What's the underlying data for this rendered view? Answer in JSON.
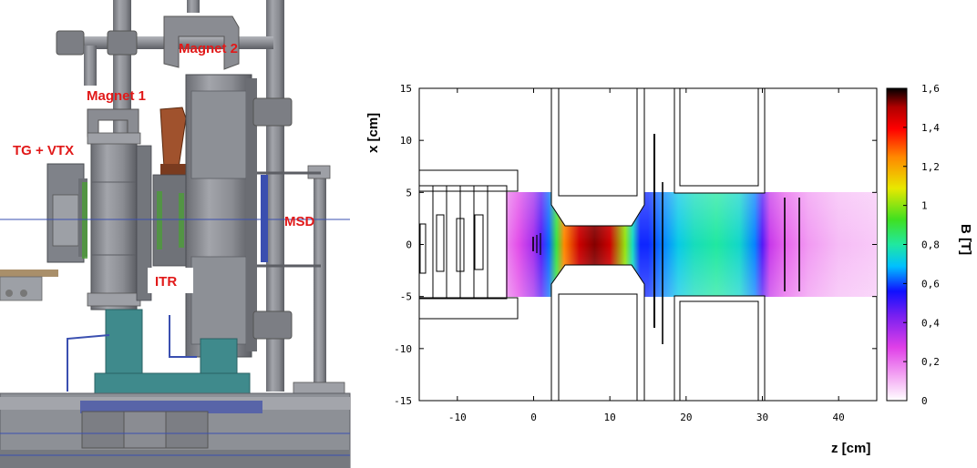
{
  "cad": {
    "labels": {
      "magnet1": "Magnet 1",
      "magnet2": "Magnet 2",
      "tg_vtx": "TG + VTX",
      "itr": "ITR",
      "msd": "MSD"
    },
    "colors": {
      "label": "#e11919",
      "steel": "#8a8c92",
      "steel_dark": "#5c5e64",
      "teal": "#3f8a8c",
      "copper": "#a0522d",
      "beamline": "#3a4fb0",
      "detector_green": "#4f9a3c"
    }
  },
  "chart_data": {
    "type": "heatmap",
    "xlabel": "z [cm]",
    "ylabel": "x [cm]",
    "colorbar_label": "B [T]",
    "xlim": [
      -15,
      45
    ],
    "ylim": [
      -15,
      15
    ],
    "x_ticks": [
      -10,
      0,
      10,
      20,
      30,
      40
    ],
    "y_ticks": [
      -15,
      -10,
      -5,
      0,
      5,
      10,
      15
    ],
    "colorbar_range": [
      0,
      1.6
    ],
    "colorbar_ticks": [
      "0",
      "0,2",
      "0,4",
      "0,6",
      "0,8",
      "1",
      "1,2",
      "1,4",
      "1,6"
    ],
    "colormap": [
      "#ffffff",
      "#f3a6f3",
      "#e040e8",
      "#7a20f0",
      "#1010ff",
      "#00c0ff",
      "#20e8a0",
      "#40e020",
      "#e8e800",
      "#ff8800",
      "#ff0000",
      "#b00000",
      "#000000"
    ],
    "field_profile_z": [
      -4,
      -2,
      0,
      1,
      2,
      3,
      4,
      6,
      8,
      10,
      12,
      13,
      14,
      15,
      17,
      19,
      21,
      24,
      27,
      29,
      30,
      31,
      33,
      36,
      40,
      45
    ],
    "field_profile_B": [
      0.18,
      0.25,
      0.35,
      0.45,
      0.6,
      0.9,
      1.2,
      1.42,
      1.5,
      1.42,
      1.0,
      0.75,
      0.55,
      0.55,
      0.62,
      0.7,
      0.76,
      0.8,
      0.74,
      0.62,
      0.45,
      0.3,
      0.22,
      0.15,
      0.1,
      0.08
    ]
  }
}
